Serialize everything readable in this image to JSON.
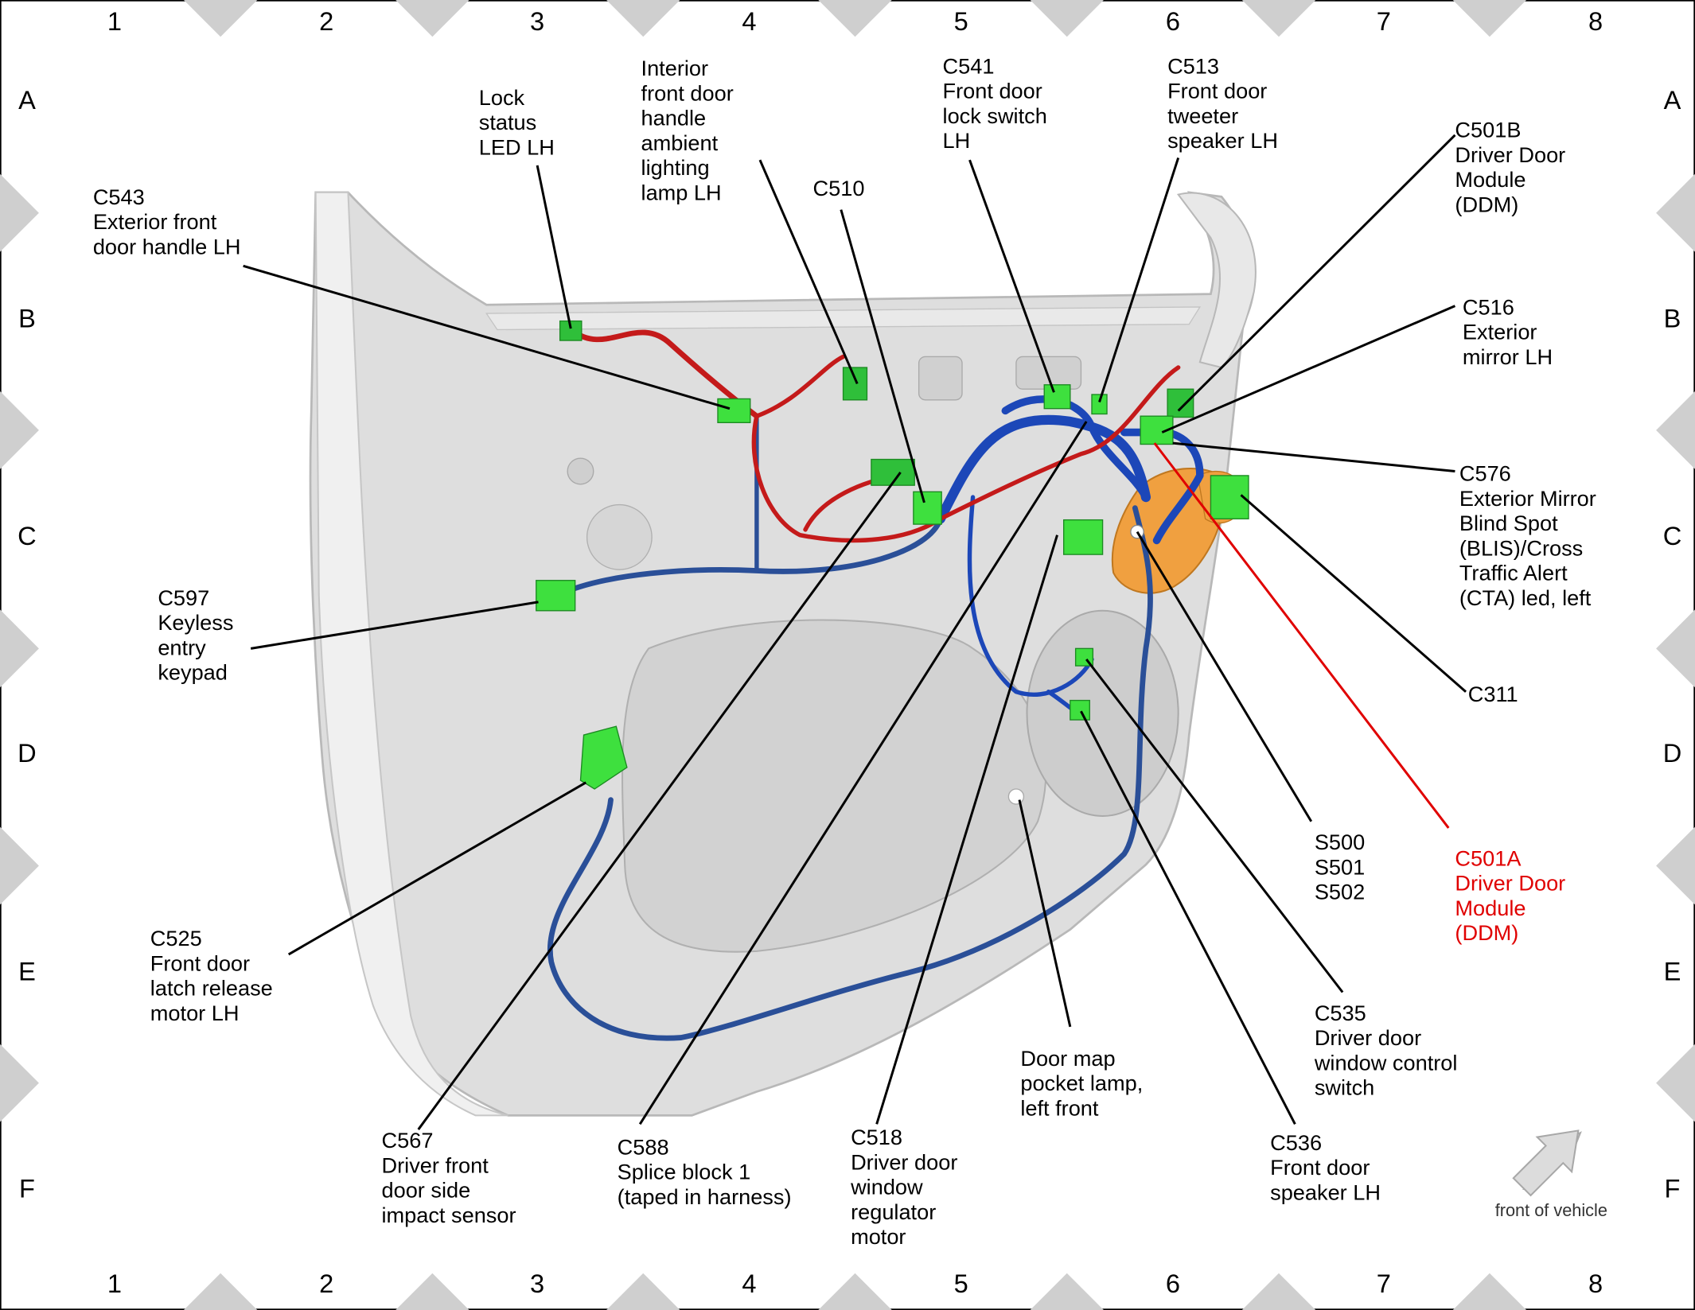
{
  "grid": {
    "columns": [
      "1",
      "2",
      "3",
      "4",
      "5",
      "6",
      "7",
      "8"
    ],
    "rows": [
      "A",
      "B",
      "C",
      "D",
      "E",
      "F"
    ]
  },
  "labels": {
    "lock_status_led": [
      "Lock",
      "status",
      "LED LH"
    ],
    "c543": [
      "C543",
      "Exterior front",
      "door handle LH"
    ],
    "interior_handle_lamp": [
      "Interior",
      "front door",
      "handle",
      "ambient",
      "lighting",
      "lamp LH"
    ],
    "c510": [
      "C510"
    ],
    "c541": [
      "C541",
      "Front door",
      "lock switch",
      "LH"
    ],
    "c513": [
      "C513",
      "Front door",
      "tweeter",
      "speaker LH"
    ],
    "c501b": [
      "C501B",
      "Driver Door",
      "Module",
      "(DDM)"
    ],
    "c516": [
      "C516",
      "Exterior",
      "mirror LH"
    ],
    "c576": [
      "C576",
      "Exterior Mirror",
      "Blind Spot",
      "(BLIS)/Cross",
      "Traffic Alert",
      "(CTA) led, left"
    ],
    "c311": [
      "C311"
    ],
    "c597": [
      "C597",
      "Keyless",
      "entry",
      "keypad"
    ],
    "c525": [
      "C525",
      "Front door",
      "latch release",
      "motor LH"
    ],
    "s500": [
      "S500",
      "S501",
      "S502"
    ],
    "c501a": [
      "C501A",
      "Driver Door",
      "Module",
      "(DDM)"
    ],
    "c535": [
      "C535",
      "Driver door",
      "window control",
      "switch"
    ],
    "door_map_lamp": [
      "Door map",
      "pocket lamp,",
      "left front"
    ],
    "c567": [
      "C567",
      "Driver front",
      "door side",
      "impact sensor"
    ],
    "c588": [
      "C588",
      "Splice block 1",
      "(taped in harness)"
    ],
    "c518": [
      "C518",
      "Driver door",
      "window",
      "regulator",
      "motor"
    ],
    "c536": [
      "C536",
      "Front door",
      "speaker LH"
    ]
  },
  "front_of_vehicle": "front of vehicle",
  "colors": {
    "connector": "#3ee03e",
    "harness_blue": "#1f4fb0",
    "harness_red": "#c01818",
    "foam_orange": "#f0a040",
    "highlight_red": "#e00000",
    "panel": "#dcdcdc"
  }
}
